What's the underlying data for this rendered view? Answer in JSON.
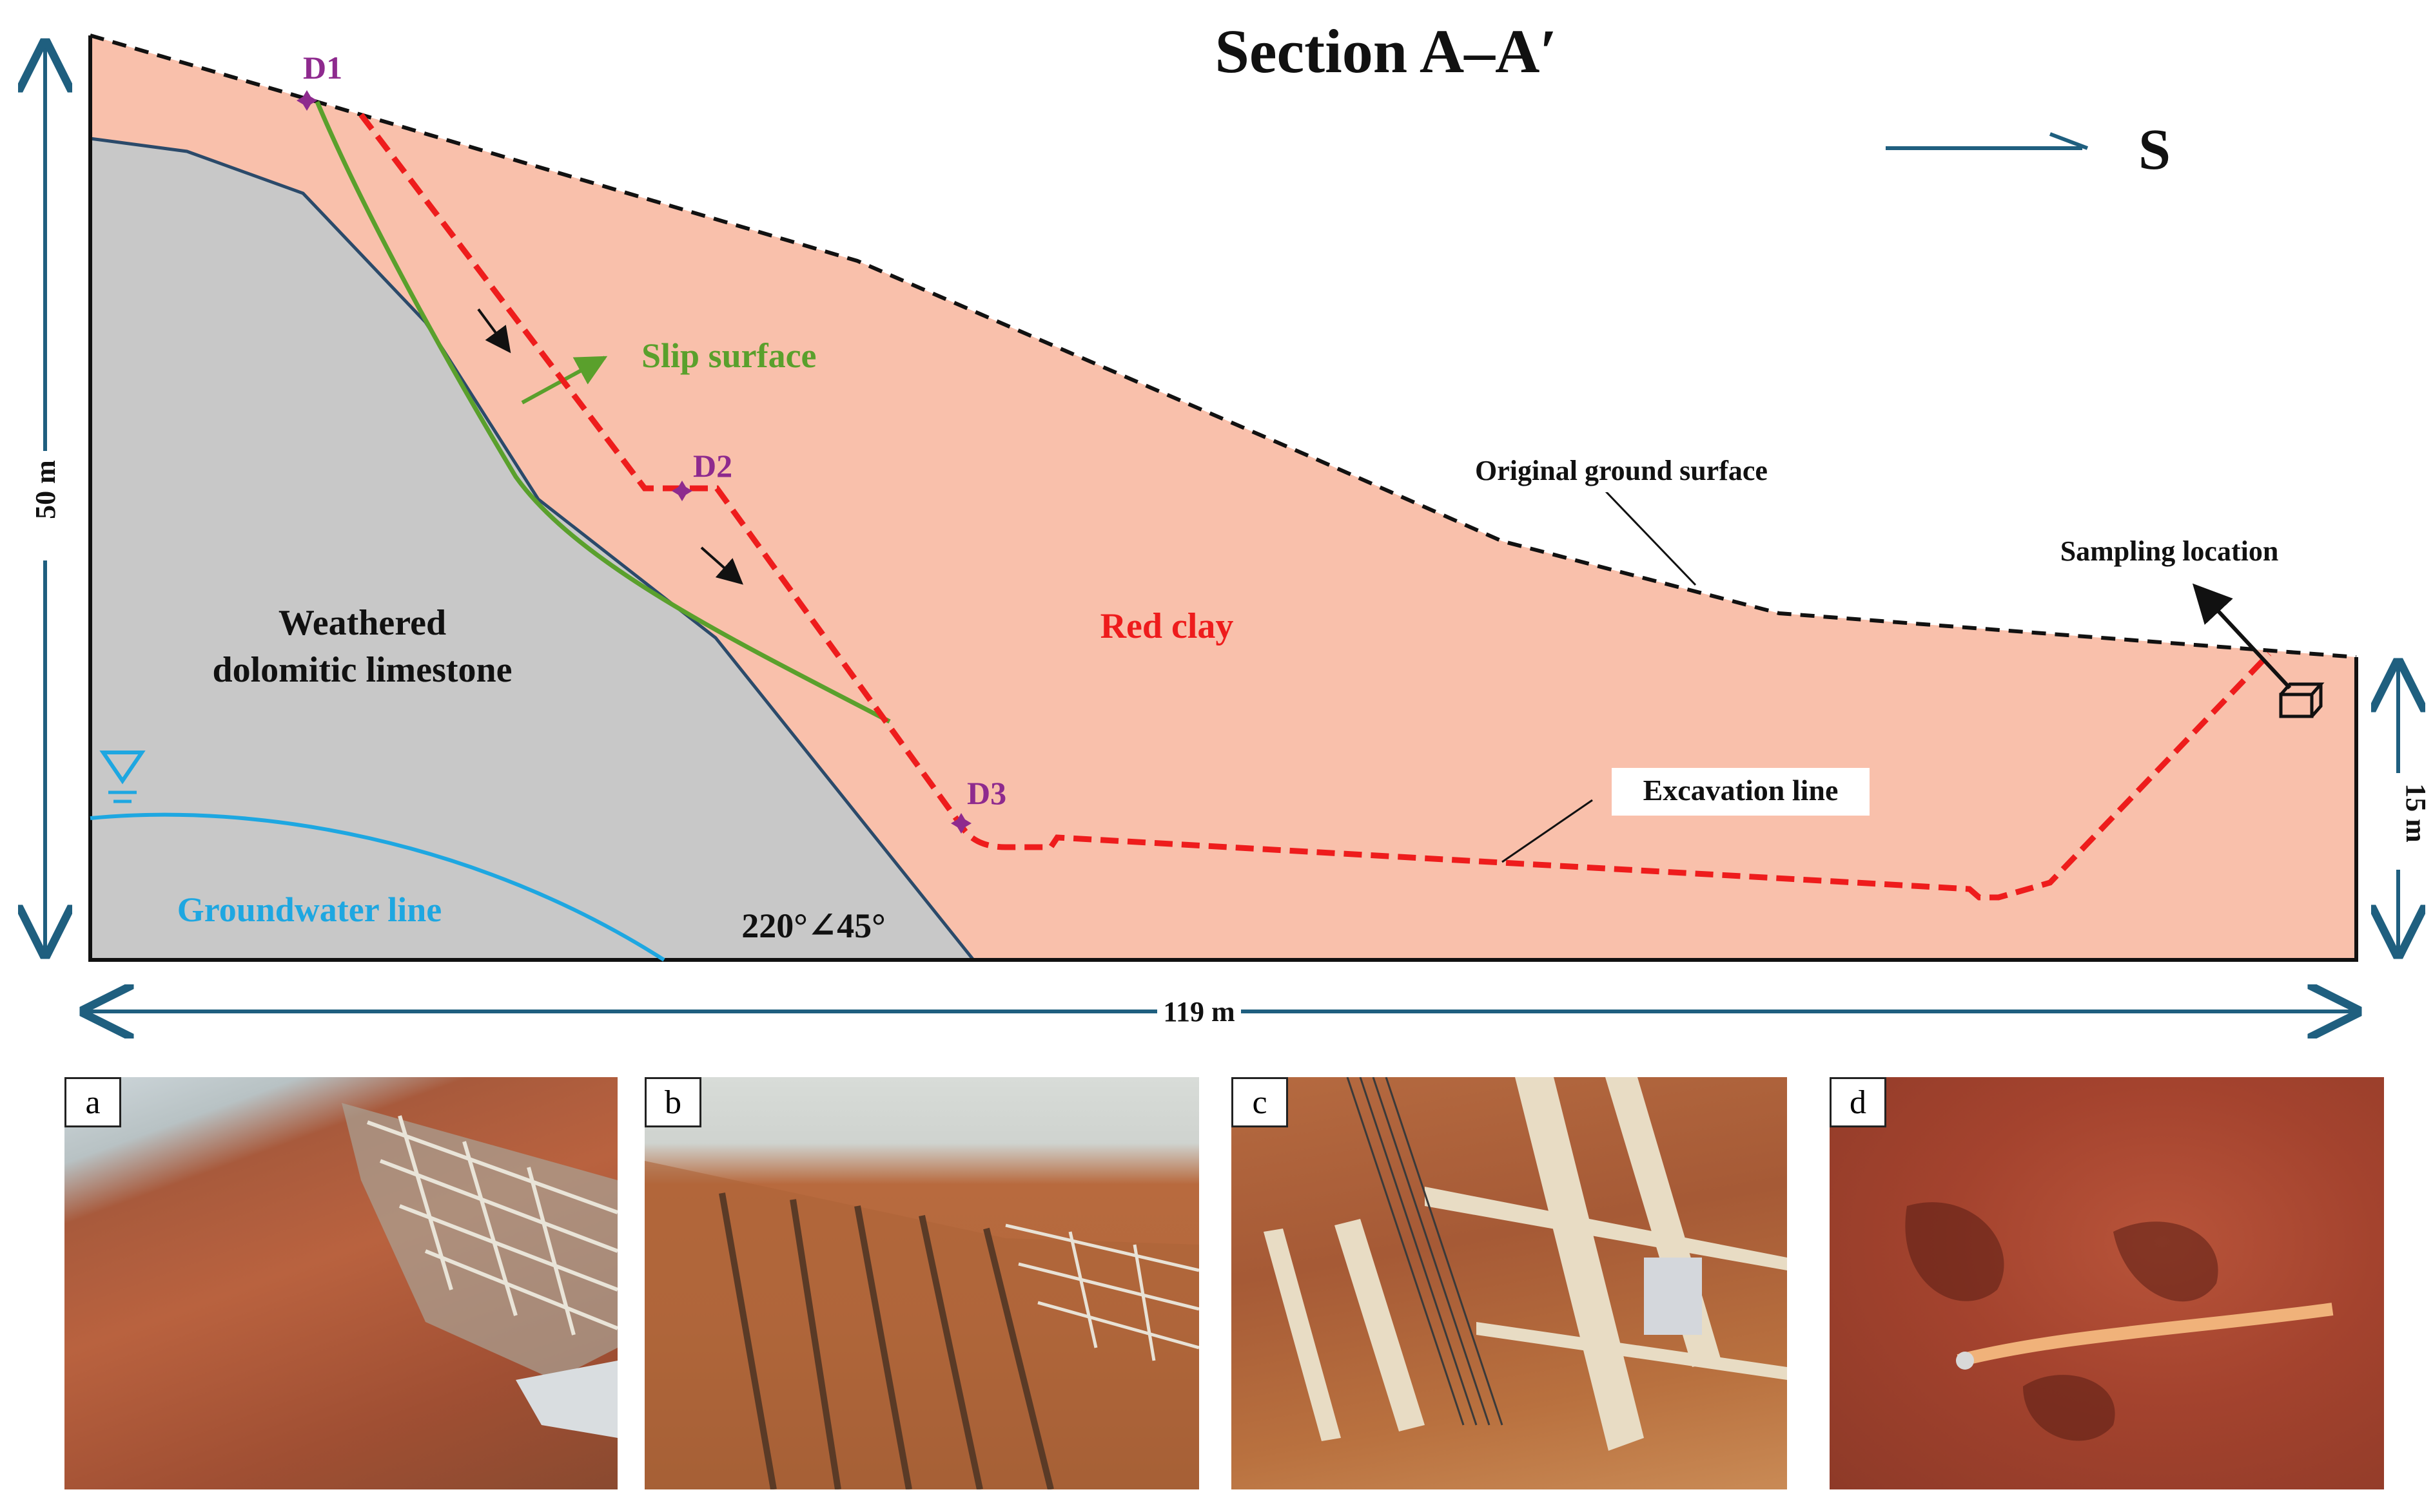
{
  "section": {
    "title": "Section A–A′",
    "direction_label": "S",
    "labels": {
      "d1": "D1",
      "d2": "D2",
      "d3": "D3",
      "slip_surface": "Slip surface",
      "original_ground": "Original ground surface",
      "sampling": "Sampling location",
      "limestone_line1": "Weathered",
      "limestone_line2": "dolomitic limestone",
      "red_clay": "Red clay",
      "excavation": "Excavation line",
      "groundwater": "Groundwater line",
      "attitude": "220°∠45°"
    },
    "dimensions": {
      "height_left": "50 m",
      "height_right": "15 m",
      "width": "119 m"
    },
    "colors": {
      "red_clay_fill": "#f9c0ab",
      "limestone_fill": "#c8c8c8",
      "slip_surface": "#5aa02c",
      "excavation": "#ee1c1c",
      "groundwater": "#1ea7e1",
      "dimension_arrows": "#1f5f7f",
      "point_marker": "#8e2a8e"
    }
  },
  "photos": [
    {
      "label": "a"
    },
    {
      "label": "b"
    },
    {
      "label": "c"
    },
    {
      "label": "d"
    }
  ]
}
